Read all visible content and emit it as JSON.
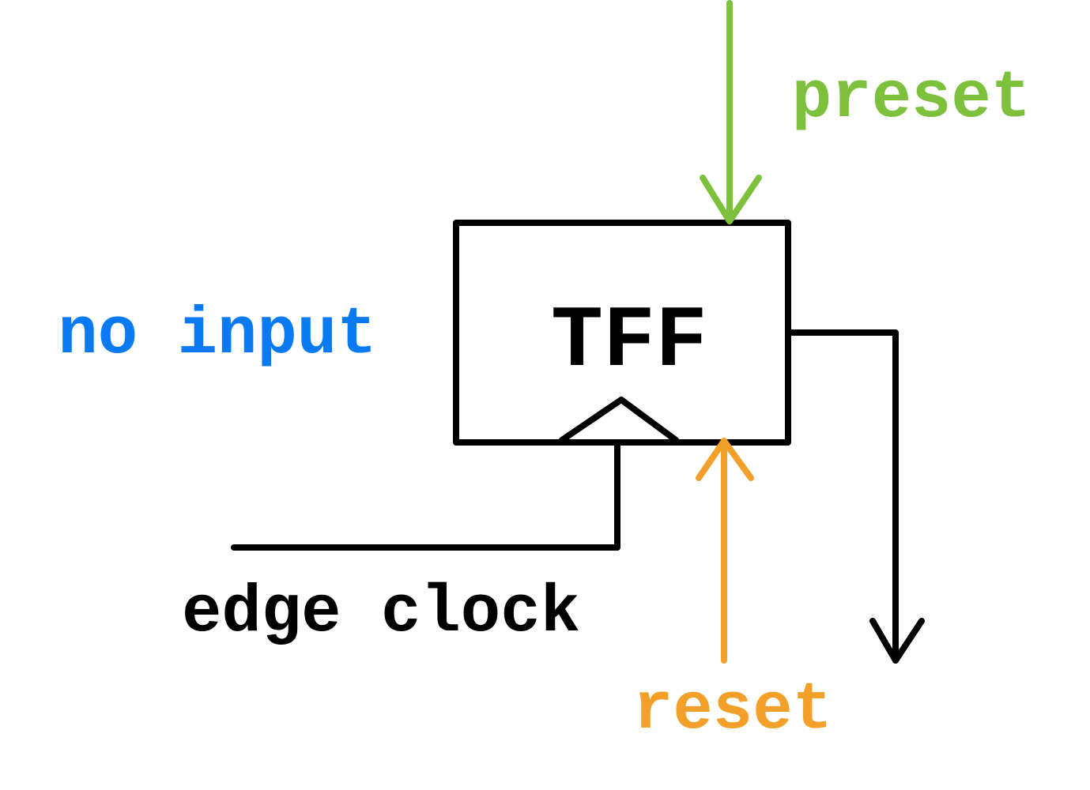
{
  "block": {
    "name": "TFF"
  },
  "labels": {
    "preset": "preset",
    "reset": "reset",
    "no_input": "no input",
    "edge_clock": "edge clock"
  },
  "colors": {
    "preset": "#7cc03b",
    "reset": "#f2a02a",
    "no_input": "#0a7af3",
    "wire": "#000000"
  }
}
